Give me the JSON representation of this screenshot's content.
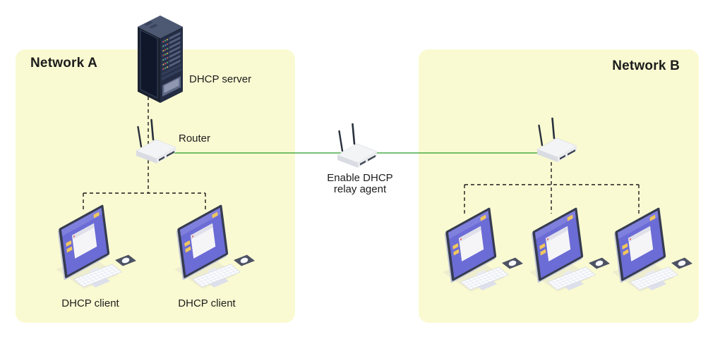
{
  "diagram": {
    "regions": [
      {
        "id": "network-a",
        "label": "Network A"
      },
      {
        "id": "network-b",
        "label": "Network B"
      }
    ],
    "nodes": {
      "server": {
        "label": "DHCP server",
        "icon": "server-rack-icon"
      },
      "router_a": {
        "label": "Router",
        "icon": "wireless-router-icon"
      },
      "relay_router": {
        "label_line1": "Enable DHCP",
        "label_line2": "relay agent",
        "icon": "wireless-router-icon"
      },
      "router_b": {
        "icon": "wireless-router-icon"
      },
      "client_a1": {
        "label": "DHCP client",
        "icon": "desktop-computer-icon"
      },
      "client_a2": {
        "label": "DHCP client",
        "icon": "desktop-computer-icon"
      },
      "client_b1": {
        "icon": "desktop-computer-icon"
      },
      "client_b2": {
        "icon": "desktop-computer-icon"
      },
      "client_b3": {
        "icon": "desktop-computer-icon"
      }
    },
    "colors": {
      "region_fill": "#FAFAD2",
      "link_green": "#249C24",
      "dashed_link": "#1A1A1A",
      "client_screen": "#6C6CD6",
      "text": "#1C1C1C"
    }
  }
}
